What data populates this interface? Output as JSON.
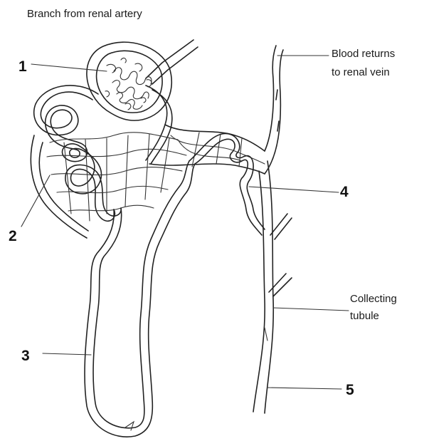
{
  "labels": {
    "branch_artery": "Branch from renal artery",
    "blood_returns_line1": "Blood returns",
    "blood_returns_line2": "to renal vein",
    "collecting_line1": "Collecting",
    "collecting_line2": "tubule",
    "n1": "1",
    "n2": "2",
    "n3": "3",
    "n4": "4",
    "n5": "5"
  }
}
